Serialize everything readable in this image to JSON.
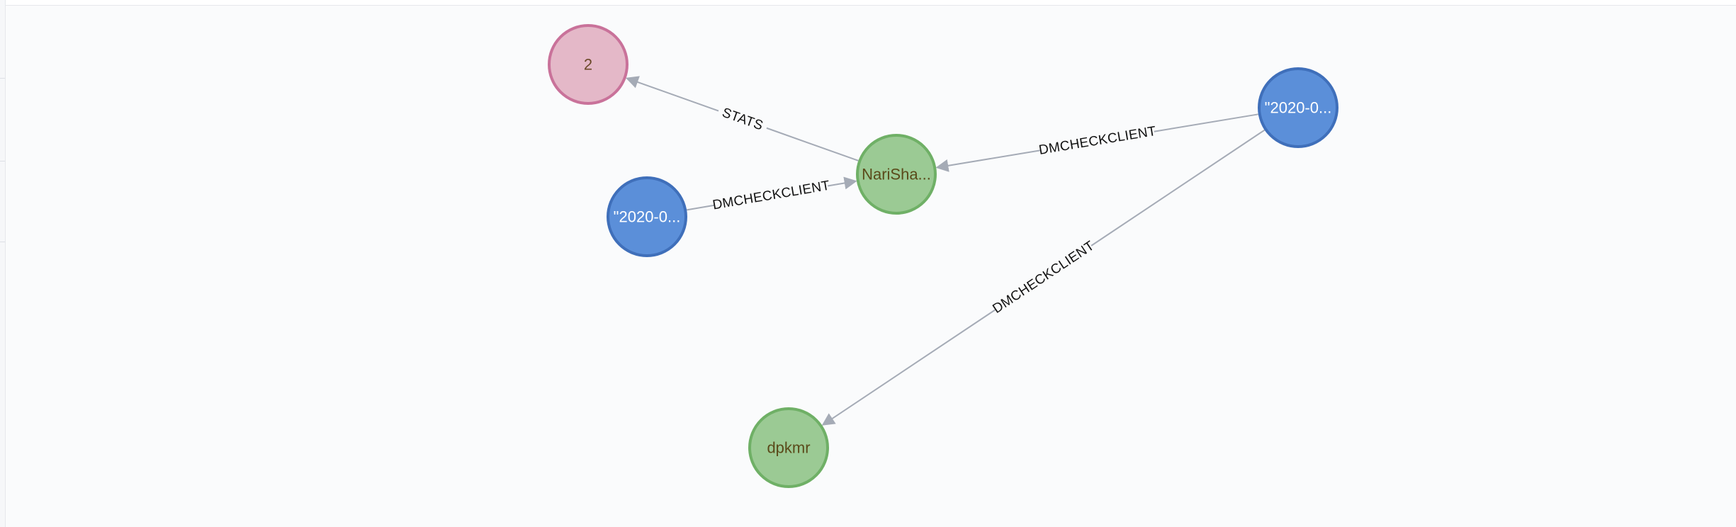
{
  "graph": {
    "nodes": [
      {
        "id": "n_stats",
        "caption": "2",
        "label_type": "stats",
        "fill": "#e4b8c8",
        "stroke": "#c9729a",
        "text_color": "#6b4a2a"
      },
      {
        "id": "n_narisha",
        "caption": "NariSha...",
        "label_type": "client",
        "fill": "#9bca94",
        "stroke": "#6fb066",
        "text_color": "#5a4a1a"
      },
      {
        "id": "n_date_left",
        "caption": "\"2020-0...",
        "label_type": "date",
        "fill": "#5b8fd9",
        "stroke": "#3f6fba",
        "text_color": "#ffffff"
      },
      {
        "id": "n_date_right",
        "caption": "\"2020-0...",
        "label_type": "date",
        "fill": "#5b8fd9",
        "stroke": "#3f6fba",
        "text_color": "#ffffff"
      },
      {
        "id": "n_dpkmr",
        "caption": "dpkmr",
        "label_type": "client",
        "fill": "#9bca94",
        "stroke": "#6fb066",
        "text_color": "#5a4a1a"
      }
    ],
    "relationships": [
      {
        "id": "r_stats",
        "from": "n_narisha",
        "to": "n_stats",
        "type": "STATS"
      },
      {
        "id": "r_left",
        "from": "n_date_left",
        "to": "n_narisha",
        "type": "DMCHECKCLIENT"
      },
      {
        "id": "r_right_top",
        "from": "n_date_right",
        "to": "n_narisha",
        "type": "DMCHECKCLIENT"
      },
      {
        "id": "r_right_bottom",
        "from": "n_date_right",
        "to": "n_dpkmr",
        "type": "DMCHECKCLIENT"
      }
    ]
  }
}
